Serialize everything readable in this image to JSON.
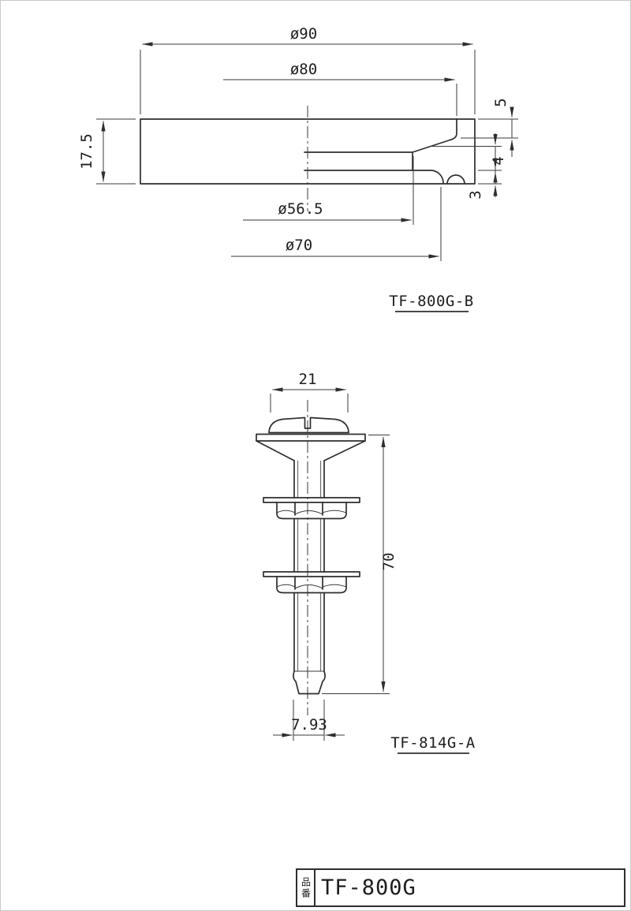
{
  "flange_view": {
    "label": "TF-800G-B",
    "dim_outer_diameter": "ø90",
    "dim_recess_diameter": "ø80",
    "dim_height": "17.5",
    "dim_bore_diameter": "ø56.5",
    "dim_boss_diameter": "ø70",
    "dim_wall_depth": "5",
    "dim_step_depth": "4",
    "dim_lip_thickness": "3"
  },
  "bolt_view": {
    "label": "TF-814G-A",
    "dim_head_width": "21",
    "dim_length": "70",
    "dim_tip_diameter": "7.93"
  },
  "title_block": {
    "field_label": "品番",
    "part_number": "TF-800G"
  },
  "colors": {
    "line": "#2e2e2e",
    "background": "#ffffff"
  }
}
